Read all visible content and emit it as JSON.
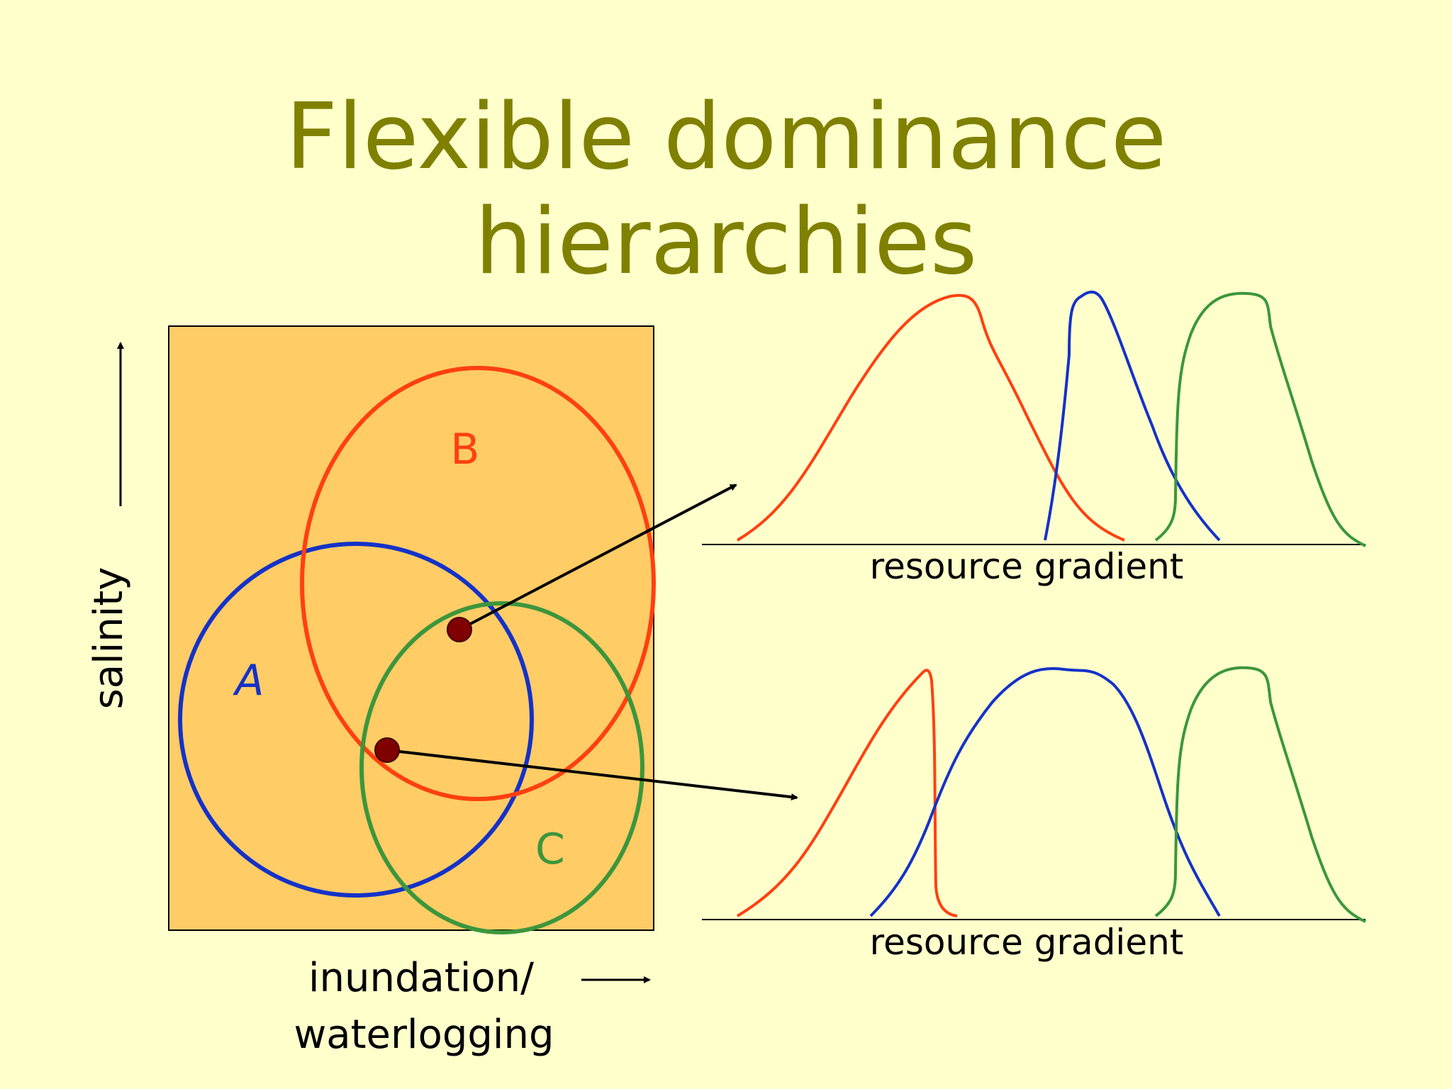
{
  "slide": {
    "title_line1": "Flexible dominance",
    "title_line2": "hierarchies"
  },
  "axes": {
    "y_label": "salinity",
    "x_label_line1": "inundation/",
    "x_label_line2": "waterlogging"
  },
  "regions": [
    {
      "label": "A",
      "color": "#1432c8"
    },
    {
      "label": "B",
      "color": "#ff4010"
    },
    {
      "label": "C",
      "color": "#3c963c"
    }
  ],
  "panels": [
    {
      "xlabel": "resource gradient"
    },
    {
      "xlabel": "resource gradient"
    }
  ],
  "colors": {
    "background": "#ffffcc",
    "title": "#808000",
    "box_fill": "#ffcc66",
    "point": "#800000"
  }
}
